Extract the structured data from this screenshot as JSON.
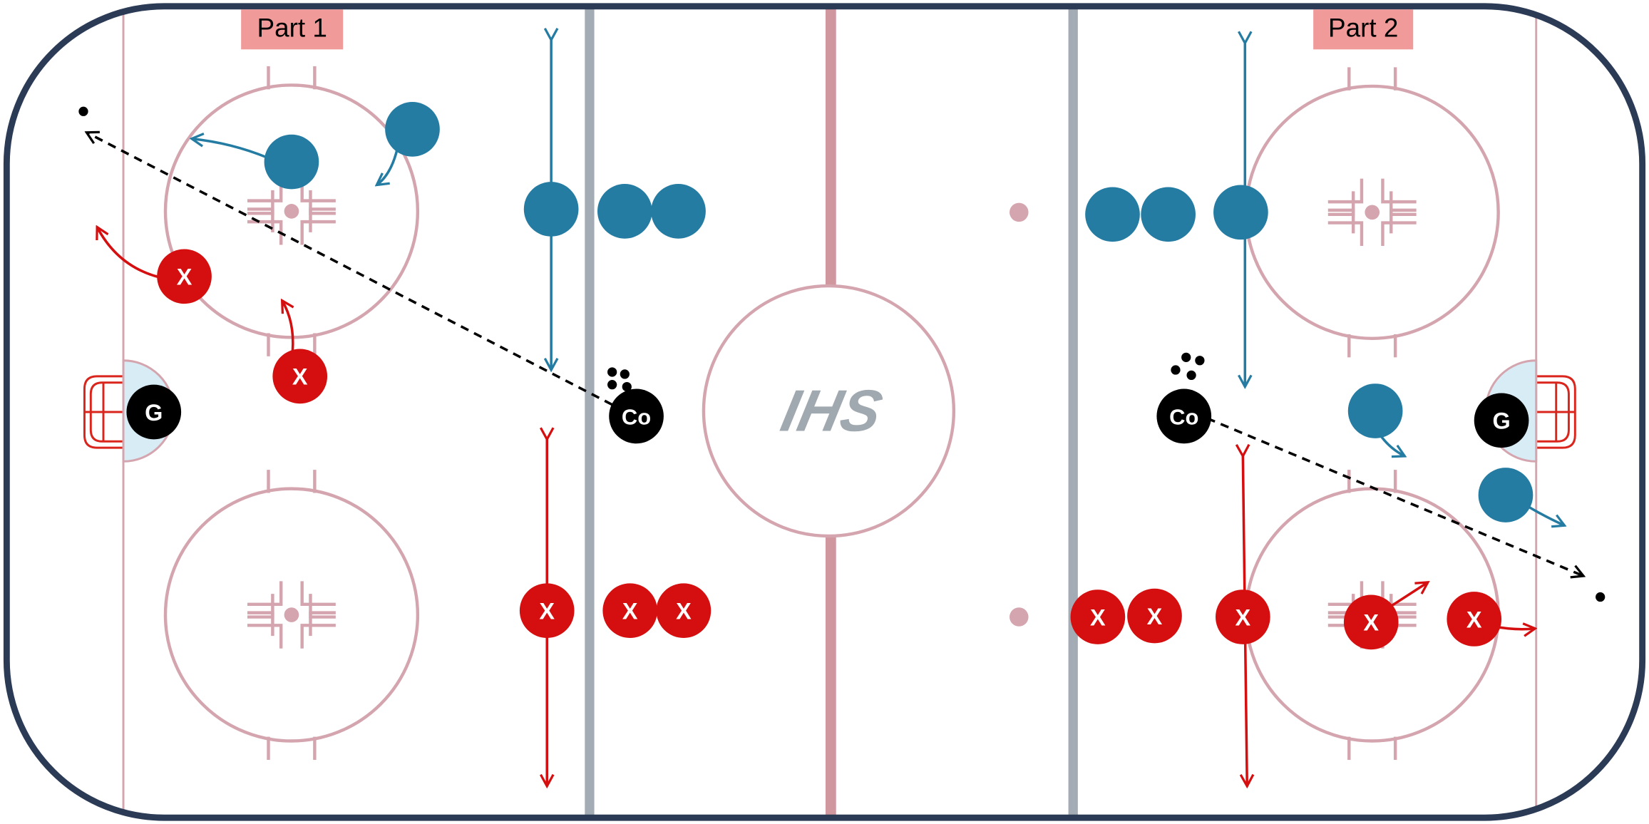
{
  "labels": {
    "part1": "Part 1",
    "part2": "Part 2"
  },
  "logo": {
    "text": "IHS"
  },
  "player_marks": {
    "forward": "X",
    "coach": "Co",
    "goalie": "G"
  },
  "colors": {
    "boards": "#2b3a55",
    "rink_lines": "#d4a5ae",
    "center_line": "#d1979f",
    "blue_line": "#a3acb5",
    "crease": "#d8ecf6",
    "net": "#d9251c",
    "label_bg": "#f09a9a",
    "blue_player": "#257ca3",
    "red_player": "#d50f0f",
    "coach": "#000000",
    "logo": "#a0a8b0"
  }
}
